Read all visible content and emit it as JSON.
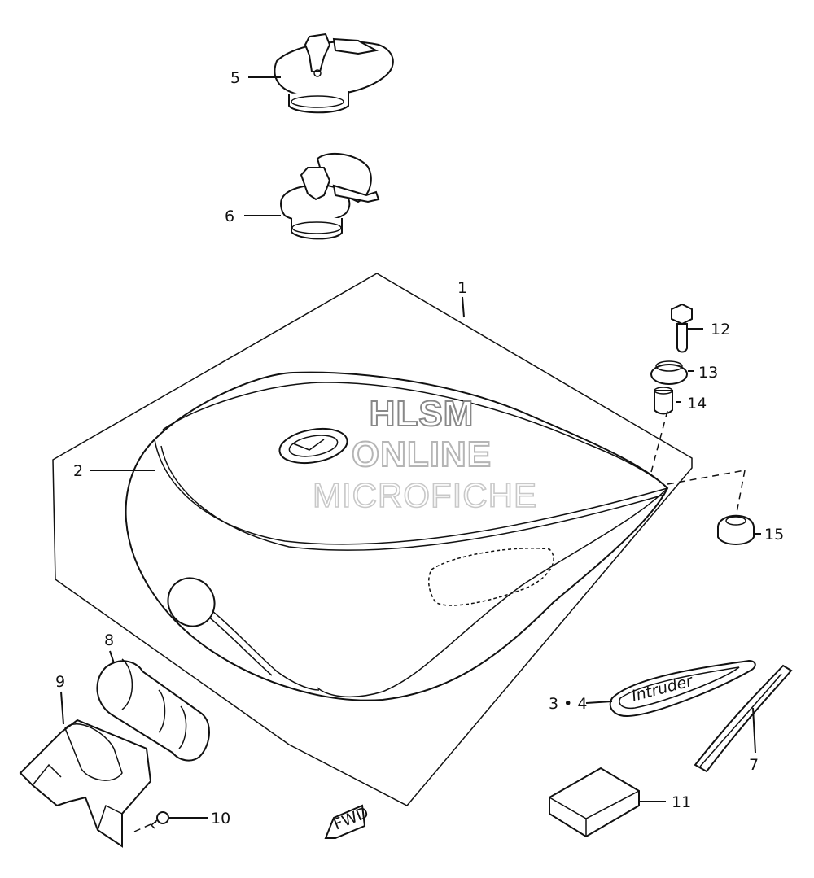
{
  "watermark": {
    "line1": "HLSM",
    "line2": "ONLINE",
    "line3": "MICROFICHE"
  },
  "callouts": {
    "c1": "1",
    "c2": "2",
    "c34": "3 • 4",
    "c5": "5",
    "c6": "6",
    "c7": "7",
    "c8": "8",
    "c9": "9",
    "c10": "10",
    "c11": "11",
    "c12": "12",
    "c13": "13",
    "c14": "14",
    "c15": "15"
  },
  "fwd_mark": "FWD",
  "emblem_script": "Intruder"
}
